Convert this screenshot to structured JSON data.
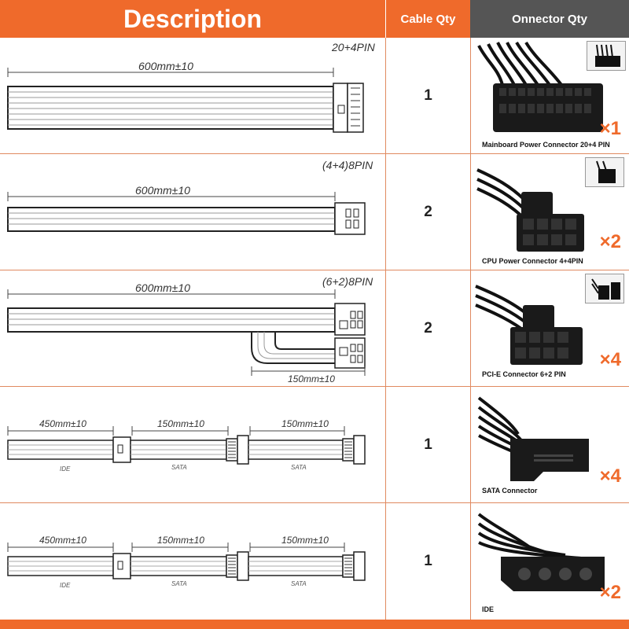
{
  "header": {
    "description": "Description",
    "cable_qty": "Cable Qty",
    "connector_qty": "Onnector Qty"
  },
  "rows": [
    {
      "pin": "20+4PIN",
      "lengths": [
        "600mm±10"
      ],
      "qty": "1",
      "connector": "Mainboard Power Connector 20+4 PIN",
      "mult": "×1"
    },
    {
      "pin": "(4+4)8PIN",
      "lengths": [
        "600mm±10"
      ],
      "qty": "2",
      "connector": "CPU Power Connector 4+4PIN",
      "mult": "×2"
    },
    {
      "pin": "(6+2)8PIN",
      "lengths": [
        "600mm±10",
        "150mm±10"
      ],
      "qty": "2",
      "connector": "PCI-E Connector 6+2 PIN",
      "mult": "×4"
    },
    {
      "pin": "",
      "lengths": [
        "450mm±10",
        "150mm±10",
        "150mm±10"
      ],
      "seg_labels": [
        "IDE",
        "SATA",
        "SATA"
      ],
      "qty": "1",
      "connector": "SATA Connector",
      "mult": "×4"
    },
    {
      "pin": "",
      "lengths": [
        "450mm±10",
        "150mm±10",
        "150mm±10"
      ],
      "seg_labels": [
        "IDE",
        "SATA",
        "SATA"
      ],
      "qty": "1",
      "connector": "IDE",
      "mult": "×2"
    }
  ],
  "colors": {
    "accent": "#ef6a2b",
    "dark_header": "#555555"
  }
}
